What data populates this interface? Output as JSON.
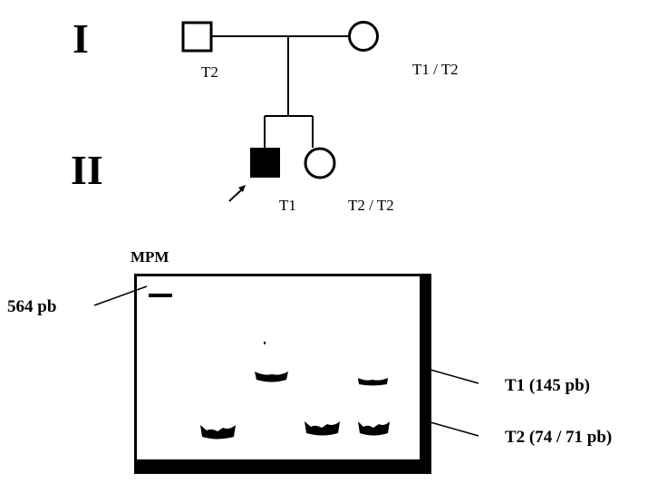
{
  "pedigree": {
    "generations": {
      "g1": "I",
      "g2": "II"
    },
    "individuals": {
      "father": {
        "genotype": "T2",
        "sex": "male",
        "affected": false
      },
      "mother": {
        "genotype": "T1 / T2",
        "sex": "female",
        "affected": false
      },
      "son": {
        "genotype": "T1",
        "sex": "male",
        "affected": true,
        "proband": true
      },
      "daughter": {
        "genotype": "T2 / T2",
        "sex": "female",
        "affected": false
      }
    }
  },
  "gel": {
    "marker_lane_label": "MPM",
    "marker_size_label": "564 pb",
    "band_labels": {
      "t1": "T1 (145 pb)",
      "t2": "T2 (74 / 71 pb)"
    },
    "colors": {
      "gel_background": "#ffffff",
      "frame": "#000000"
    }
  }
}
